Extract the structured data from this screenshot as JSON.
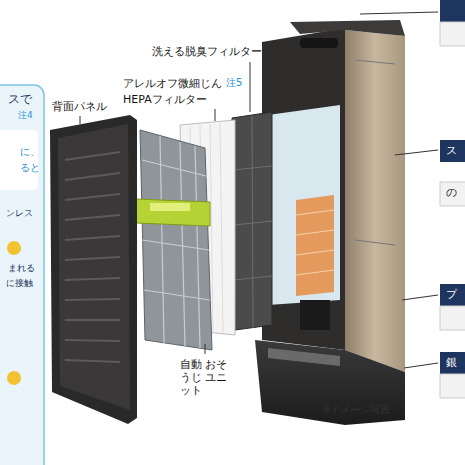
{
  "diagram": {
    "labels": [
      "洗える脱臭フィルター",
      "アレルオフ微細じん",
      "注5",
      "HEPAフィルター",
      "背面パネル",
      "自動 おそうじ ユニット",
      "※イメージ写真",
      "スで",
      "注4",
      "に、",
      "ると",
      "ンレス",
      "まれる",
      "に接触",
      "ス",
      "の",
      "プ",
      "銀"
    ]
  }
}
